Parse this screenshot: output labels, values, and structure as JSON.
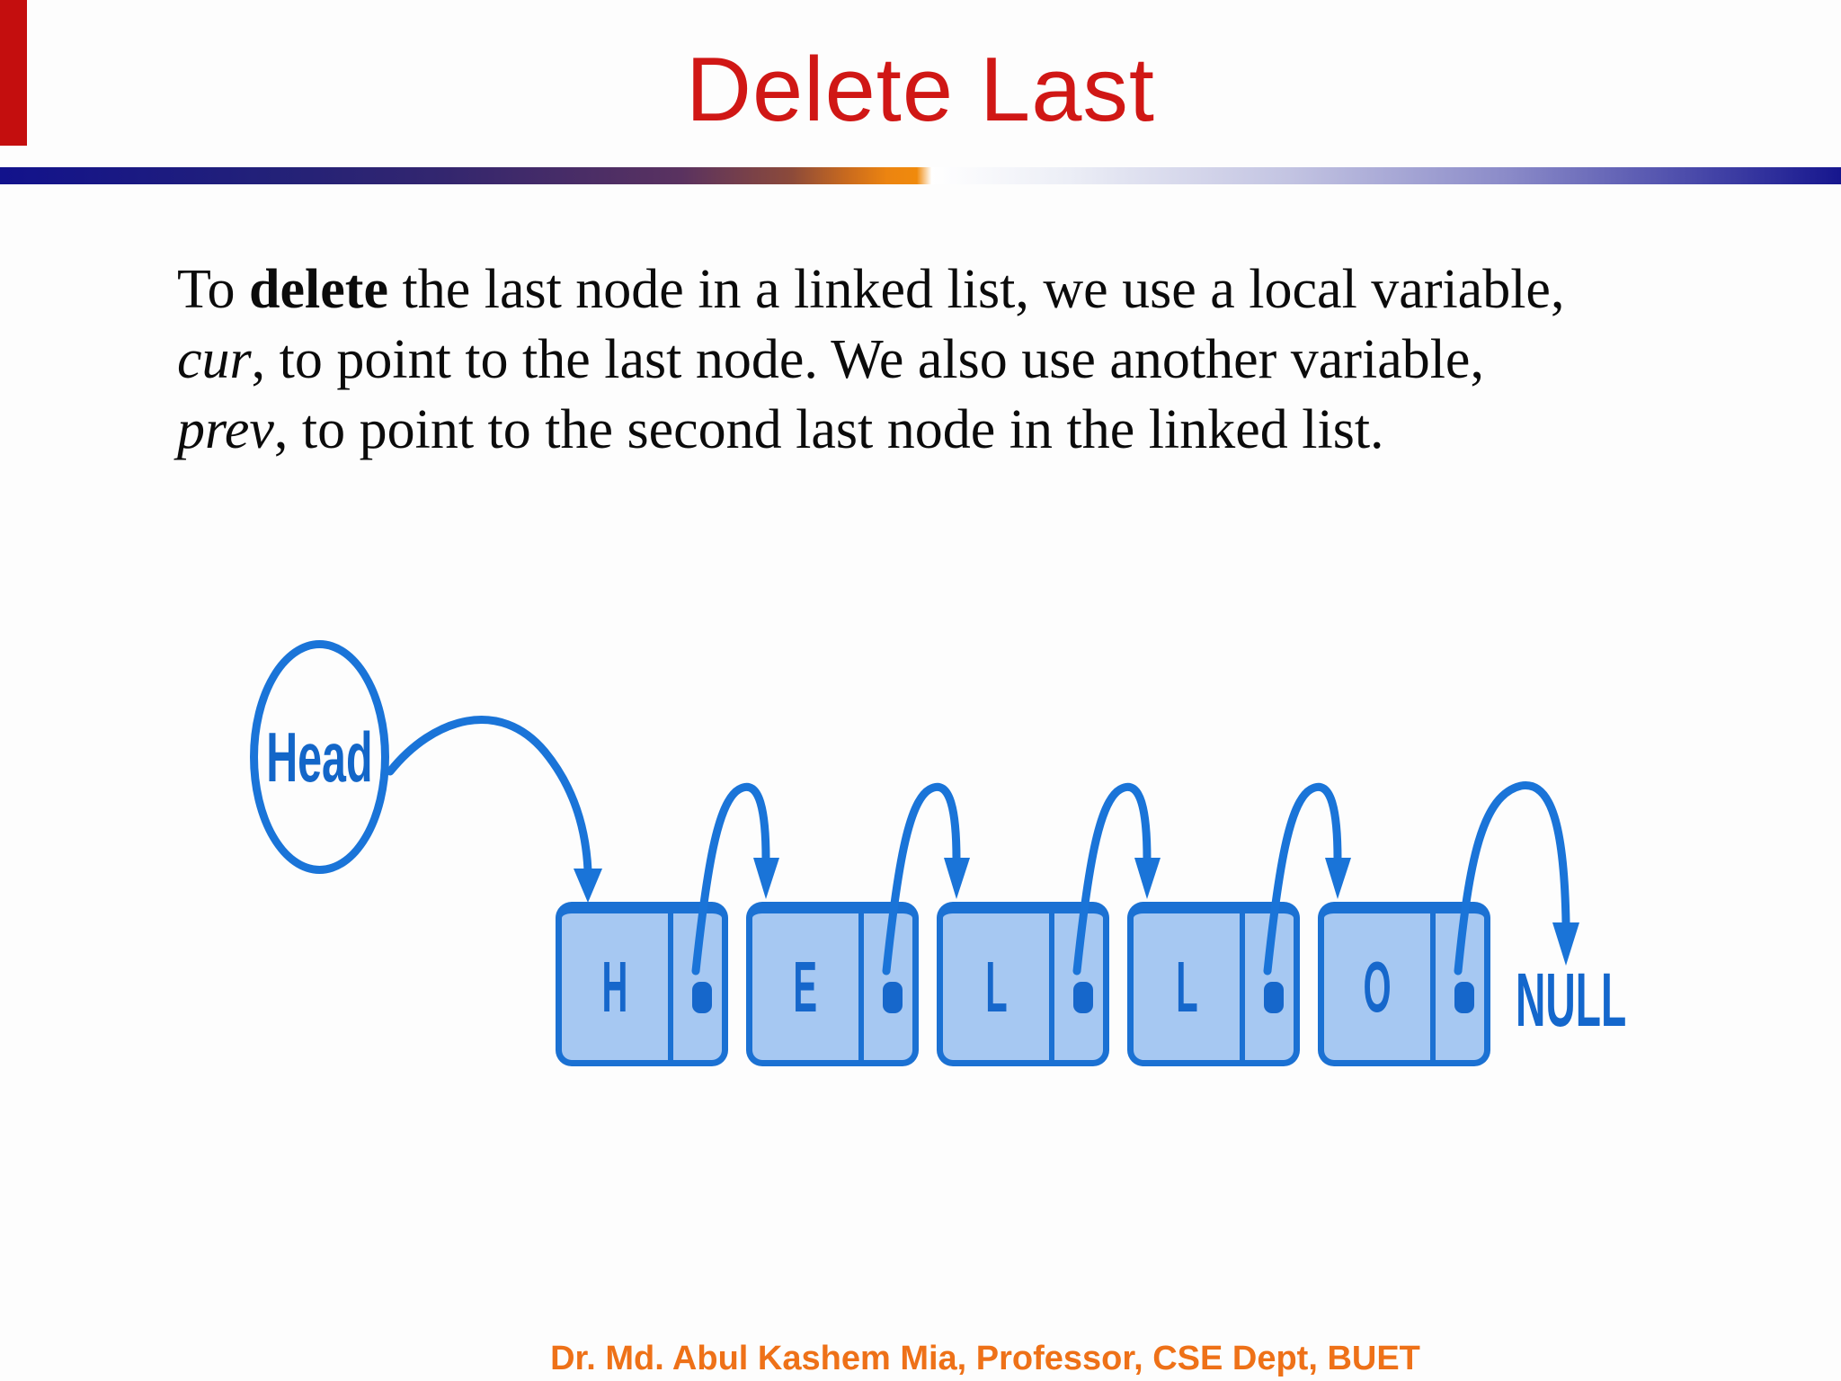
{
  "slide": {
    "title": "Delete Last",
    "accent_red": "#d01715",
    "gradient_left_navy": "#12128c",
    "gradient_orange": "#ec8410",
    "gradient_right_navy": "#16168e"
  },
  "body": {
    "lines": [
      [
        {
          "t": "To "
        },
        {
          "t": "delete",
          "b": true
        },
        {
          "t": " the last node in a linked list, we use a local variable,"
        }
      ],
      [
        {
          "t": "cur",
          "i": true
        },
        {
          "t": ", to point to the last node. We also use another variable,"
        }
      ],
      [
        {
          "t": "prev",
          "i": true
        },
        {
          "t": ", to point to the second last node in the linked list."
        }
      ]
    ]
  },
  "diagram": {
    "head_label": "Head",
    "null_label": "NULL",
    "nodes": [
      {
        "letter": "H"
      },
      {
        "letter": "E"
      },
      {
        "letter": "L"
      },
      {
        "letter": "L"
      },
      {
        "letter": "O"
      }
    ],
    "colors": {
      "box_fill": "#a6c8f2",
      "box_border": "#1b71d3",
      "letter_blue": "#1667cb",
      "arrow_blue": "#1a74d8"
    }
  },
  "footer": {
    "text": "Dr. Md. Abul Kashem Mia, Professor, CSE Dept, BUET"
  }
}
